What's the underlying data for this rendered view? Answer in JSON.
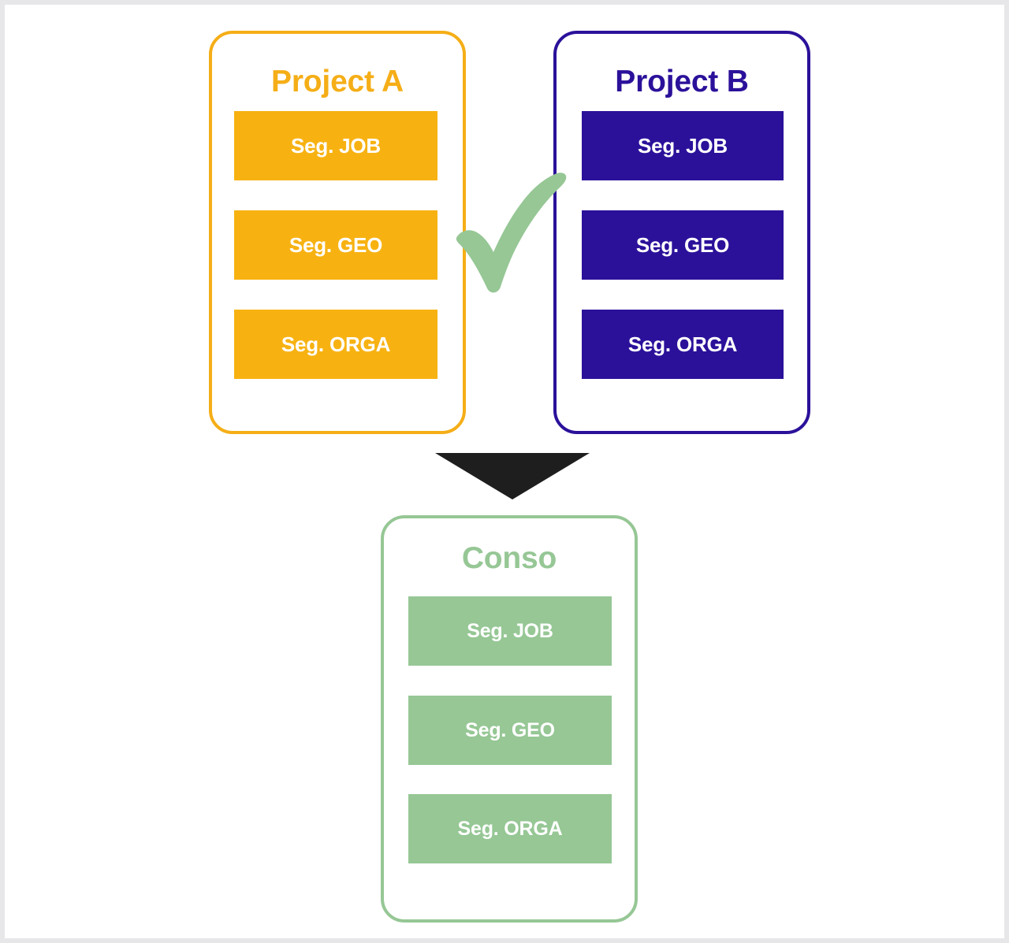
{
  "diagram": {
    "title_hidden": "Project consolidation diagram",
    "background_color": "#ffffff",
    "border_color": "#e7e7e9"
  },
  "panels": {
    "project_a": {
      "title": "Project A",
      "color": "#f5ae17",
      "bar_color": "#f7b212",
      "segments": [
        {
          "label": "Seg. JOB"
        },
        {
          "label": "Seg. GEO"
        },
        {
          "label": "Seg. ORGA"
        }
      ]
    },
    "project_b": {
      "title": "Project B",
      "color": "#2b119a",
      "bar_color": "#2b119a",
      "segments": [
        {
          "label": "Seg. JOB"
        },
        {
          "label": "Seg. GEO"
        },
        {
          "label": "Seg. ORGA"
        }
      ]
    },
    "conso": {
      "title": "Conso",
      "color": "#96c795",
      "bar_color": "#96c795",
      "segments": [
        {
          "label": "Seg. JOB"
        },
        {
          "label": "Seg. GEO"
        },
        {
          "label": "Seg. ORGA"
        }
      ]
    }
  },
  "connectors": {
    "check": {
      "icon": "check-icon",
      "color": "#96c795"
    },
    "arrow": {
      "icon": "arrow-down-icon",
      "color": "#1e1e1e"
    }
  }
}
